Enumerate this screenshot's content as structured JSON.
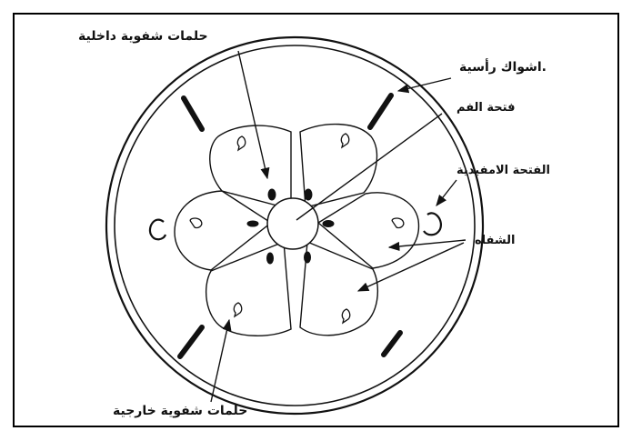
{
  "labels": {
    "inner_papillae": "حلمات شفوية داخلية",
    "cephalic_spines": ".اشواك رأسية",
    "mouth_opening": "فتحة الفم",
    "amphidial_opening": "الفتحة الامفيدية",
    "lips": "الشفاه",
    "outer_papillae": "حلمات شفوية خارجية"
  },
  "colors": {
    "ink": "#111111",
    "paper": "#ffffff"
  }
}
